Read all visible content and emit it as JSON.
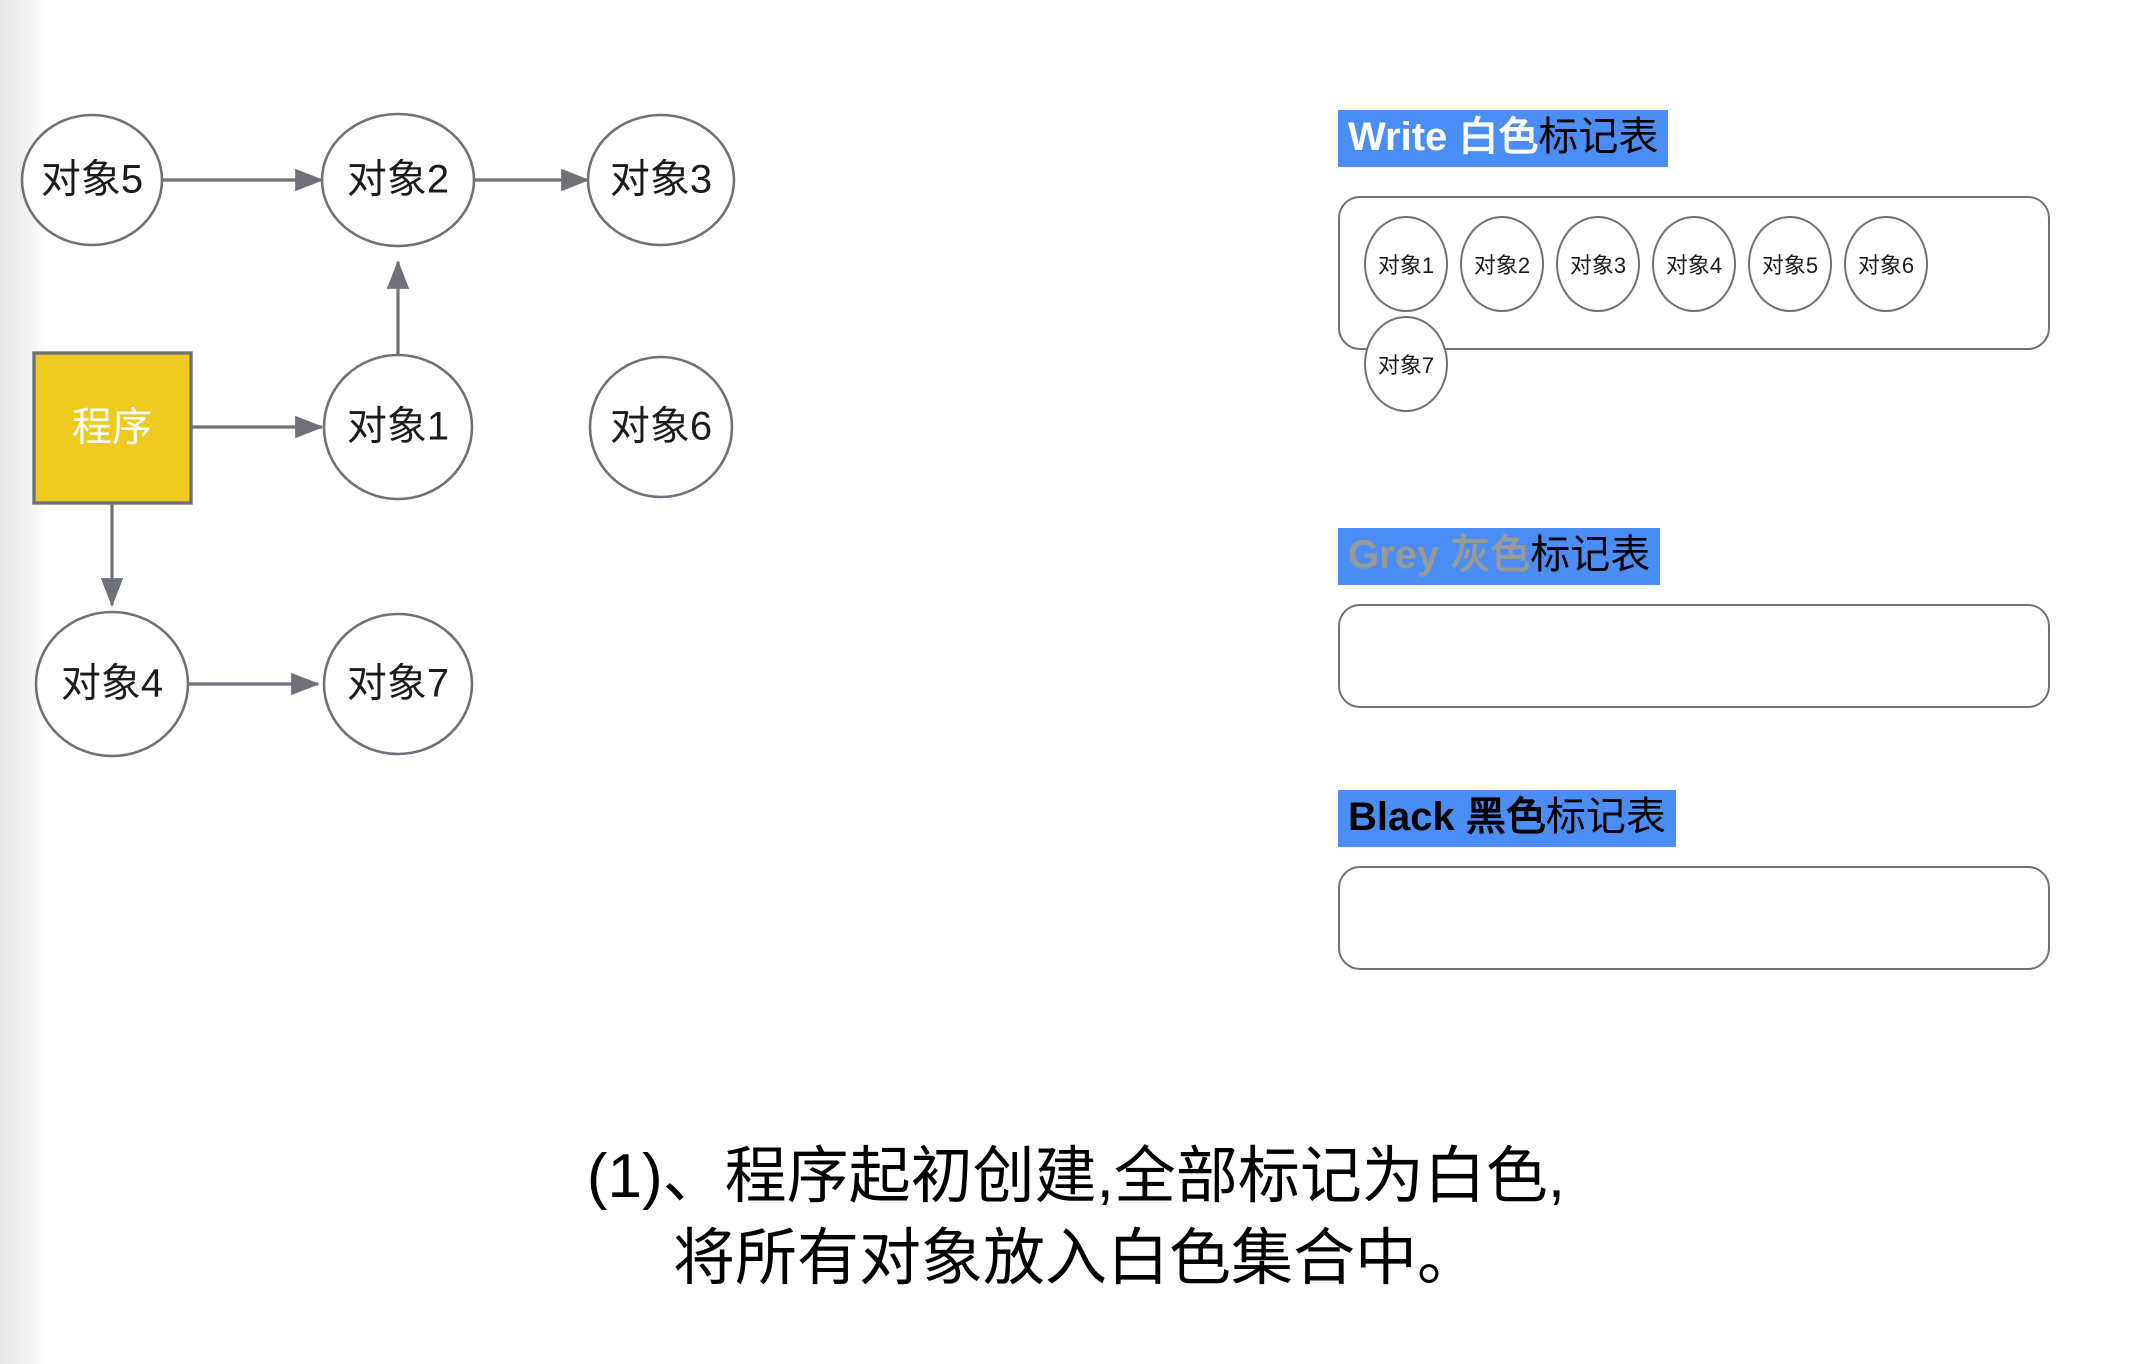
{
  "graph": {
    "program_node": {
      "label": "程序",
      "fill": "#EEC91F",
      "text_color": "#ffffff"
    },
    "nodes": [
      {
        "id": "obj5",
        "label": "对象5"
      },
      {
        "id": "obj2",
        "label": "对象2"
      },
      {
        "id": "obj3",
        "label": "对象3"
      },
      {
        "id": "obj1",
        "label": "对象1"
      },
      {
        "id": "obj6",
        "label": "对象6"
      },
      {
        "id": "obj4",
        "label": "对象4"
      },
      {
        "id": "obj7",
        "label": "对象7"
      }
    ],
    "edges": [
      {
        "from": "obj5",
        "to": "obj2"
      },
      {
        "from": "obj2",
        "to": "obj3"
      },
      {
        "from": "obj1",
        "to": "obj2"
      },
      {
        "from": "程序",
        "to": "obj1"
      },
      {
        "from": "程序",
        "to": "obj4"
      },
      {
        "from": "obj4",
        "to": "obj7"
      }
    ],
    "edge_color": "#6e7278",
    "node_stroke": "#6e7278"
  },
  "tables": [
    {
      "id": "white",
      "title_en": "Write",
      "title_cn_colored": "白色",
      "title_cn_plain": "标记表",
      "title_color": "#ffffff",
      "title_bg": "#4a8ef5",
      "items": [
        "对象1",
        "对象2",
        "对象3",
        "对象4",
        "对象5",
        "对象6",
        "对象7"
      ]
    },
    {
      "id": "grey",
      "title_en": "Grey",
      "title_cn_colored": "灰色",
      "title_cn_plain": "标记表",
      "title_color": "#999999",
      "title_bg": "#4a8ef5",
      "items": []
    },
    {
      "id": "black",
      "title_en": "Black",
      "title_cn_colored": "黑色",
      "title_cn_plain": "标记表",
      "title_color": "#000000",
      "title_bg": "#4a8ef5",
      "items": []
    }
  ],
  "caption": {
    "line1": "(1)、程序起初创建,全部标记为白色,",
    "line2": "将所有对象放入白色集合中。"
  }
}
